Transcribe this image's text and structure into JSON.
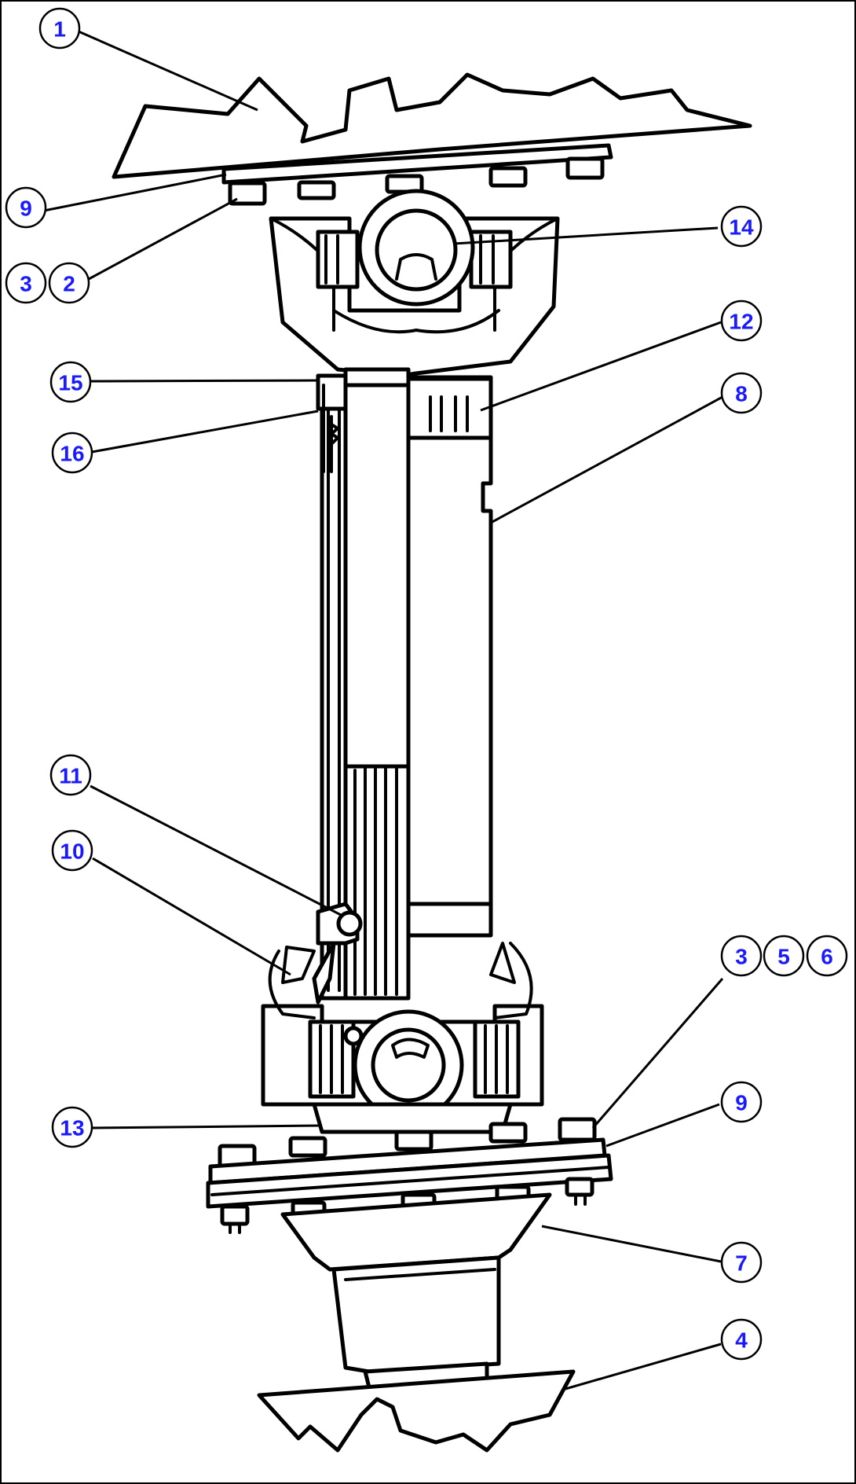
{
  "diagram": {
    "colors": {
      "line": "#000000",
      "background": "#ffffff",
      "callout_number": "#1a1aff"
    },
    "callouts": [
      {
        "id": "c1",
        "label": "1"
      },
      {
        "id": "c9a",
        "label": "9"
      },
      {
        "id": "c3a",
        "label": "3"
      },
      {
        "id": "c2",
        "label": "2"
      },
      {
        "id": "c14",
        "label": "14"
      },
      {
        "id": "c12",
        "label": "12"
      },
      {
        "id": "c8",
        "label": "8"
      },
      {
        "id": "c15",
        "label": "15"
      },
      {
        "id": "c16",
        "label": "16"
      },
      {
        "id": "c11",
        "label": "11"
      },
      {
        "id": "c10",
        "label": "10"
      },
      {
        "id": "c3b",
        "label": "3"
      },
      {
        "id": "c5",
        "label": "5"
      },
      {
        "id": "c6",
        "label": "6"
      },
      {
        "id": "c9b",
        "label": "9"
      },
      {
        "id": "c13",
        "label": "13"
      },
      {
        "id": "c7",
        "label": "7"
      },
      {
        "id": "c4",
        "label": "4"
      }
    ]
  }
}
